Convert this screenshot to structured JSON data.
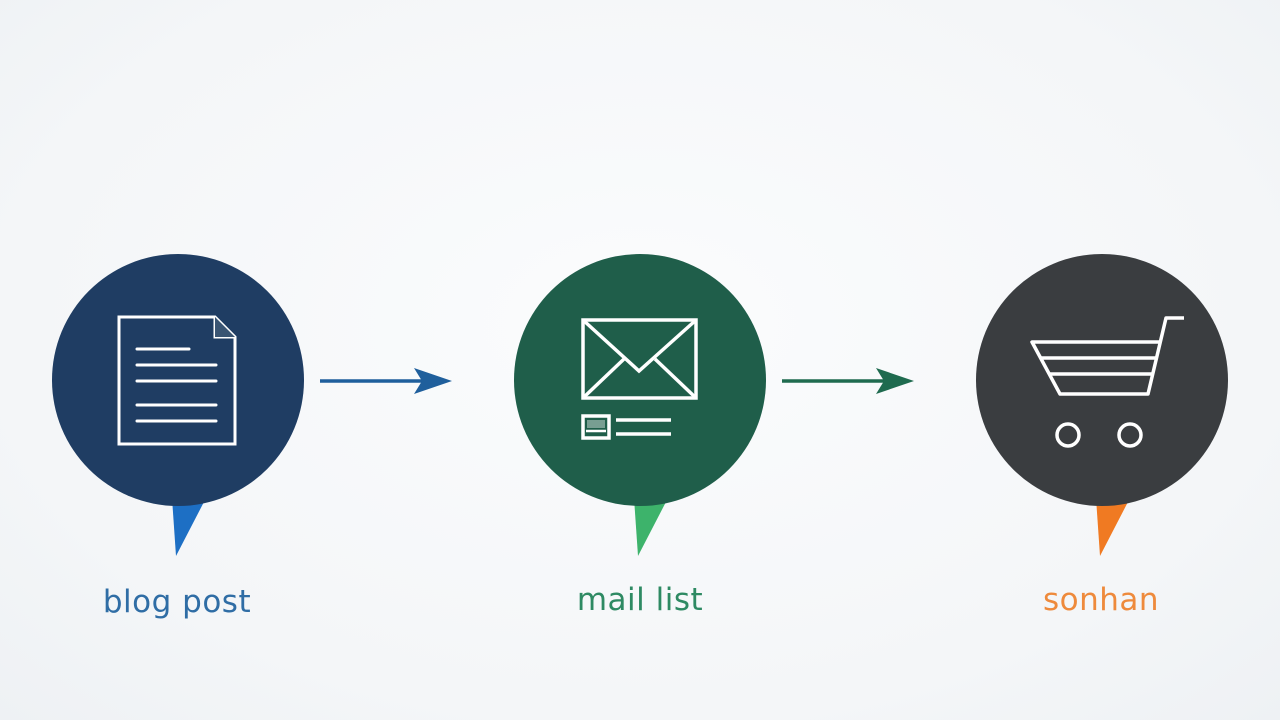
{
  "diagram": {
    "type": "flow",
    "steps": [
      {
        "label": "blog post",
        "icon": "document-icon",
        "circle_color": "#1f3d63",
        "pin_color": "#1d6fc4",
        "label_color": "#2f6da5"
      },
      {
        "label": "mail list",
        "icon": "envelope-icon",
        "circle_color": "#1f5e4a",
        "pin_color": "#3db36b",
        "label_color": "#2e8a63"
      },
      {
        "label": "sonhan",
        "icon": "shopping-cart-icon",
        "circle_color": "#3a3d40",
        "pin_color": "#f07a22",
        "label_color": "#ee8a3c"
      }
    ],
    "connectors": [
      {
        "from": "blog post",
        "to": "mail list",
        "color": "#1f5f9c"
      },
      {
        "from": "mail list",
        "to": "sonhan",
        "color": "#1f6b4f"
      }
    ]
  }
}
